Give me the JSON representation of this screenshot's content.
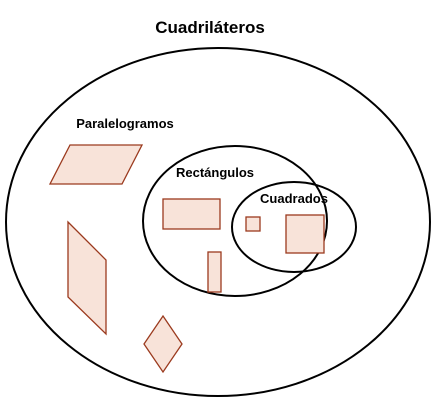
{
  "title": "Cuadriláteros",
  "sets": {
    "paralelogramos": "Paralelogramos",
    "rectangulos": "Rectángulos",
    "cuadrados": "Cuadrados"
  },
  "colors": {
    "outline": "#000000",
    "shape_fill": "#f8e3d9",
    "shape_stroke": "#9b3a1e"
  }
}
